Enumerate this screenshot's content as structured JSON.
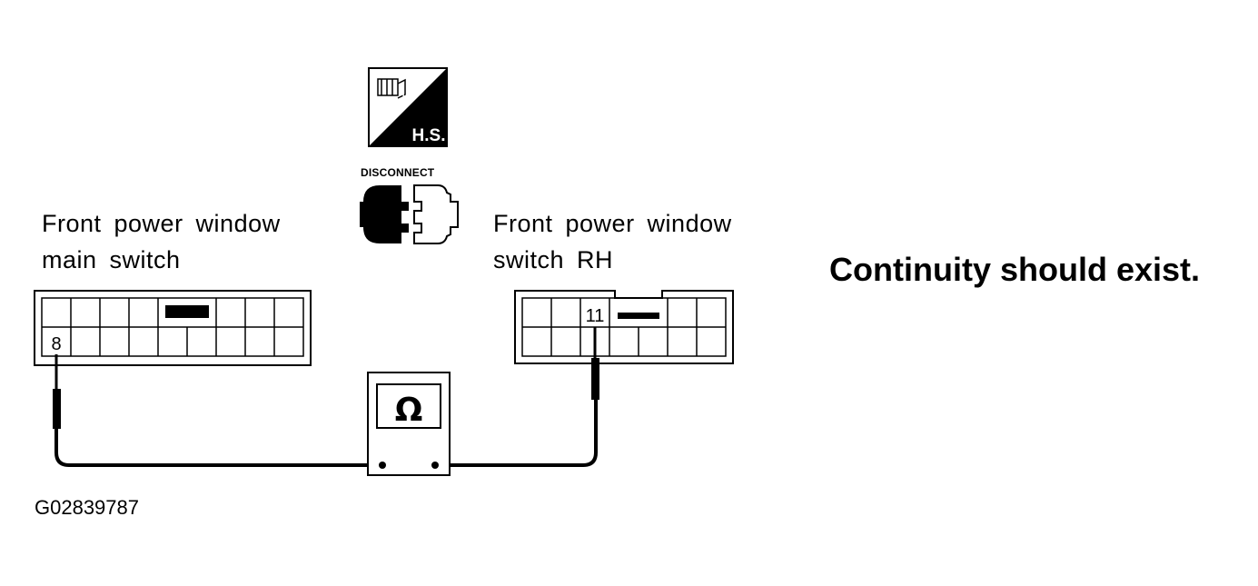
{
  "left_connector": {
    "label_line1": "Front power window",
    "label_line2": "main switch",
    "pin": "8"
  },
  "right_connector": {
    "label_line1": "Front power window",
    "label_line2": "switch RH",
    "pin": "11"
  },
  "harness_symbol": {
    "text": "H.S."
  },
  "disconnect_symbol": {
    "text": "DISCONNECT"
  },
  "ohmmeter": {
    "symbol": "Ω"
  },
  "result_text": "Continuity should exist.",
  "figure_id": "G02839787"
}
